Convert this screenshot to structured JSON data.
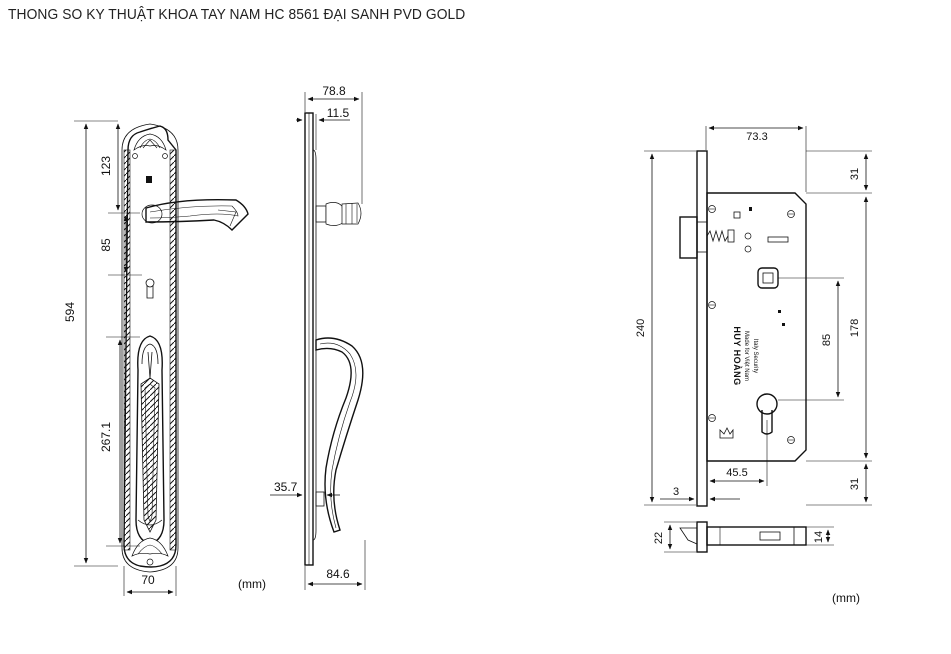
{
  "title": "THONG SO KY THUẬT KHOA TAY NAM HC 8561 ĐẠI SANH PVD GOLD",
  "front_view": {
    "dims": {
      "overall_height": "594",
      "top_to_handle": "123",
      "handle_to_key": "85",
      "pull_handle_length": "267.1",
      "plate_width": "70"
    },
    "unit": "(mm)"
  },
  "side_view": {
    "dims": {
      "lever_projection": "78.8",
      "plate_thickness": "11.5",
      "handle_base": "35.7",
      "handle_projection": "84.6"
    }
  },
  "mortise": {
    "dims": {
      "backset_top": "73.3",
      "total_height": "240",
      "top_margin": "31",
      "case_height": "178",
      "center_distance": "85",
      "backset": "45.5",
      "faceplate": "3",
      "bottom_margin": "31",
      "latch_width": "22",
      "latch_height": "14"
    },
    "brand_text": [
      "HUY HOÀNG",
      "Made for Việt Nam",
      "Italy Security"
    ],
    "unit": "(mm)"
  }
}
